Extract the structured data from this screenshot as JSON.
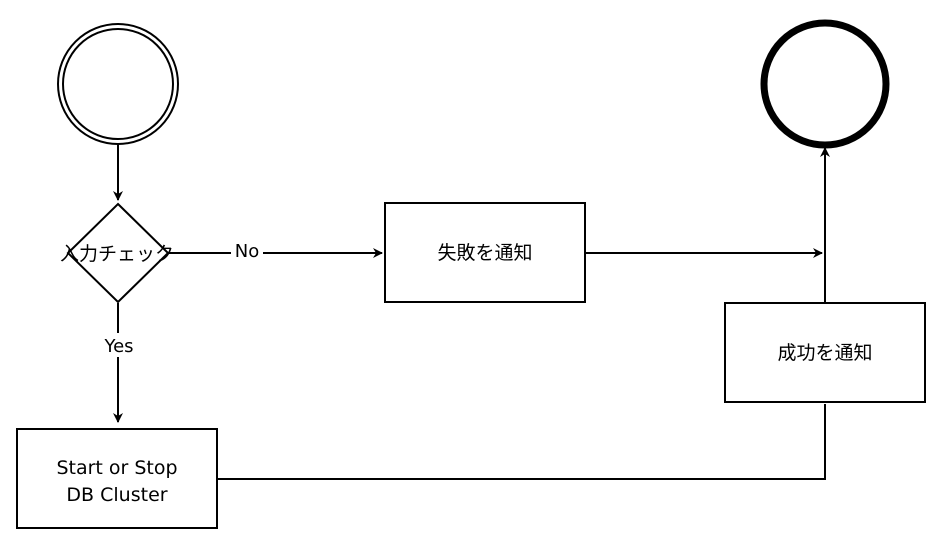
{
  "diagram": {
    "type": "activity-flowchart",
    "nodes": {
      "start": {
        "shape": "double-circle"
      },
      "input_check": {
        "label": "入力チェック",
        "shape": "diamond"
      },
      "notify_failure": {
        "label": "失敗を通知",
        "shape": "rectangle"
      },
      "start_stop_cluster": {
        "label_line1": "Start or Stop",
        "label_line2": "DB Cluster",
        "shape": "rectangle"
      },
      "notify_success": {
        "label": "成功を通知",
        "shape": "rectangle"
      },
      "end": {
        "shape": "bold-circle"
      }
    },
    "edges": {
      "no_label": "No",
      "yes_label": "Yes"
    },
    "colors": {
      "stroke": "#000000",
      "fill": "#ffffff",
      "text": "#000000"
    }
  }
}
